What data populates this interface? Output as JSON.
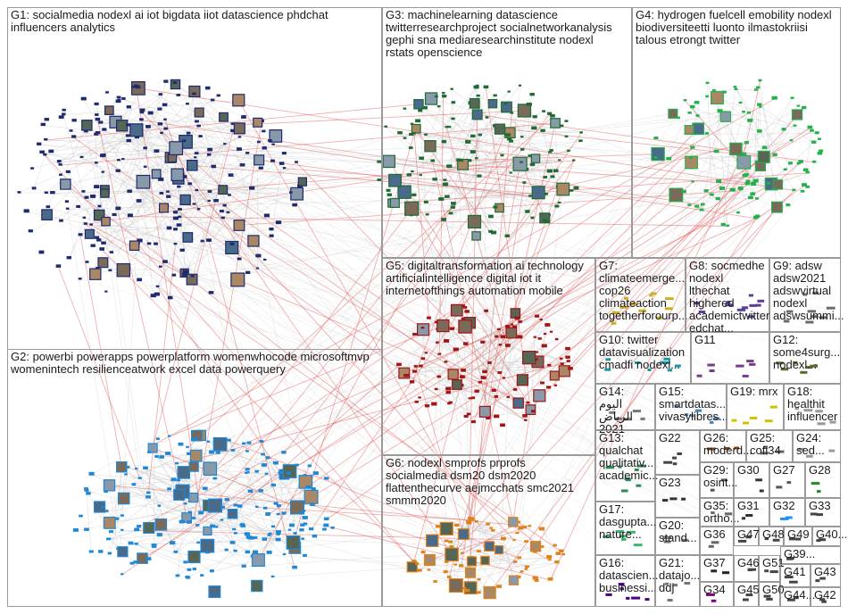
{
  "groups": [
    {
      "id": "G1",
      "label": "G1: socialmedia nodexl ai iot bigdata iiot datascience phdchat\ninfluencers analytics",
      "color": "#1f2a6e"
    },
    {
      "id": "G2",
      "label": "G2: powerbi powerapps powerplatform womenwhocode microsoftmvp\nwomenintech resilienceatwork excel data powerquery",
      "color": "#1f88d6"
    },
    {
      "id": "G3",
      "label": "G3: machinelearning datascience\ntwitterresearchproject socialnetworkanalysis\ngephi sna mediaresearchinstitute nodexl\nrstats openscience",
      "color": "#1e6b35"
    },
    {
      "id": "G4",
      "label": "G4: hydrogen fuelcell emobility nodexl\nbiodiversiteetti luonto ilmastokriisi\ntalous etrongt twitter",
      "color": "#22b14c"
    },
    {
      "id": "G5",
      "label": "G5: digitaltransformation ai technology\nartificialintelligence digital iot it\ninternetofthings automation mobile",
      "color": "#a31515"
    },
    {
      "id": "G6",
      "label": "G6: nodexl smprofs prprofs\nsocialmedia dsm20 dsm2020\nflattenthecurve aejmcchats smc2021\nsmmm2020",
      "color": "#e0821a"
    },
    {
      "id": "G7",
      "label": "G7: climateemerge...\ncop26\nclimateaction\ntogetherforourp...",
      "color": "#c9b020"
    },
    {
      "id": "G8",
      "label": "G8: socmedhe\nnodexl lthechat\nhighered\nacademictwitter\nedchat...",
      "color": "#5a3e9a"
    },
    {
      "id": "G9",
      "label": "G9: adsw\nadsw2021\nadswvirtual\nnodexl\nadswsummi...",
      "color": "#6a6a6a"
    },
    {
      "id": "G10",
      "label": "G10: twitter\ndatavisualization\ncmadfi nodexl...",
      "color": "#1a9aa0"
    },
    {
      "id": "G11",
      "label": "G11",
      "color": "#7a3a8a"
    },
    {
      "id": "G12",
      "label": "G12:\nsome4surg...\nnodexl...",
      "color": "#556b2f"
    },
    {
      "id": "G14",
      "label": "G14:\nاليوم الرياض\n2021",
      "color": "#777777"
    },
    {
      "id": "G15",
      "label": "G15:\nsmartdatas...\nvivasylibres...",
      "color": "#4682b4"
    },
    {
      "id": "G19",
      "label": "G19: mrx",
      "color": "#d4c000"
    },
    {
      "id": "G18",
      "label": "G18:\nhealthit\ninfluencer",
      "color": "#999999"
    },
    {
      "id": "G22",
      "label": "G22",
      "color": "#444444"
    },
    {
      "id": "G26",
      "label": "G26:\nmoderd...",
      "color": "#8b4513"
    },
    {
      "id": "G25",
      "label": "G25:\ncofi34",
      "color": "#666666"
    },
    {
      "id": "G24",
      "label": "G24:\nsed...",
      "color": "#999999"
    },
    {
      "id": "G13",
      "label": "G13:\nqualchat\nqualitativ...\nacademic...",
      "color": "#2e8b57"
    },
    {
      "id": "G23",
      "label": "G23",
      "color": "#333333"
    },
    {
      "id": "G29",
      "label": "G29:\nosint...",
      "color": "#555555"
    },
    {
      "id": "G30",
      "label": "G30",
      "color": "#333333"
    },
    {
      "id": "G27",
      "label": "G27",
      "color": "#555555"
    },
    {
      "id": "G28",
      "label": "G28",
      "color": "#228b22"
    },
    {
      "id": "G17",
      "label": "G17:\ndasgupta...\nnature...",
      "color": "#3cb371"
    },
    {
      "id": "G20",
      "label": "G20:\nstand...",
      "color": "#777777"
    },
    {
      "id": "G35",
      "label": "G35:\northo...",
      "color": "#666666"
    },
    {
      "id": "G31",
      "label": "G31",
      "color": "#333333"
    },
    {
      "id": "G32",
      "label": "G32",
      "color": "#1e90ff"
    },
    {
      "id": "G33",
      "label": "G33",
      "color": "#444444"
    },
    {
      "id": "G36",
      "label": "G36",
      "color": "#666666"
    },
    {
      "id": "G47",
      "label": "G47",
      "color": "#444444"
    },
    {
      "id": "G48",
      "label": "G48",
      "color": "#444444"
    },
    {
      "id": "G49",
      "label": "G49",
      "color": "#444444"
    },
    {
      "id": "G40",
      "label": "G40...",
      "color": "#444444"
    },
    {
      "id": "G39",
      "label": "G39...",
      "color": "#444444"
    },
    {
      "id": "G16",
      "label": "G16:\ndatascien...\nbusinessi...",
      "color": "#4b0082"
    },
    {
      "id": "G21",
      "label": "G21:\ndatajo...\nddj",
      "color": "#777777"
    },
    {
      "id": "G37",
      "label": "G37",
      "color": "#222222"
    },
    {
      "id": "G46",
      "label": "G46",
      "color": "#444444"
    },
    {
      "id": "G51",
      "label": "G51",
      "color": "#444444"
    },
    {
      "id": "G41",
      "label": "G41",
      "color": "#444444"
    },
    {
      "id": "G43",
      "label": "G43",
      "color": "#444444"
    },
    {
      "id": "G34",
      "label": "G34",
      "color": "#800080"
    },
    {
      "id": "G45",
      "label": "G45",
      "color": "#444444"
    },
    {
      "id": "G50",
      "label": "G50",
      "color": "#444444"
    },
    {
      "id": "G44",
      "label": "G44...",
      "color": "#444444"
    },
    {
      "id": "G42",
      "label": "G42",
      "color": "#444444"
    }
  ],
  "colors": {
    "edge_cross": "#e05050",
    "edge_light": "#c8c8c8",
    "border": "#9a9a9a"
  }
}
